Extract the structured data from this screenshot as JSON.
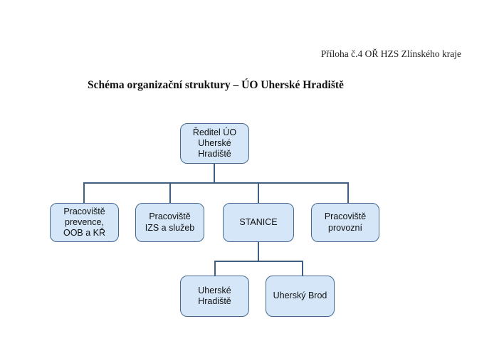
{
  "page": {
    "header_note": "Příloha č.4 OŘ HZS Zlínského kraje",
    "title": "Schéma organizační struktury – ÚO Uherské Hradiště"
  },
  "org_chart": {
    "root": {
      "label": "Ředitel ÚO\nUherské\nHradiště"
    },
    "level2": [
      {
        "label": "Pracoviště\nprevence,\nOOB a KŘ"
      },
      {
        "label": "Pracoviště\nIZS a služeb"
      },
      {
        "label": "STANICE"
      },
      {
        "label": "Pracoviště\nprovozní"
      }
    ],
    "level3": [
      {
        "label": "Uherské\nHradiště"
      },
      {
        "label": "Uherský Brod"
      }
    ],
    "colors": {
      "box_fill": "#d4e6f7",
      "box_border": "#46688f",
      "line": "#3f5e80"
    }
  }
}
